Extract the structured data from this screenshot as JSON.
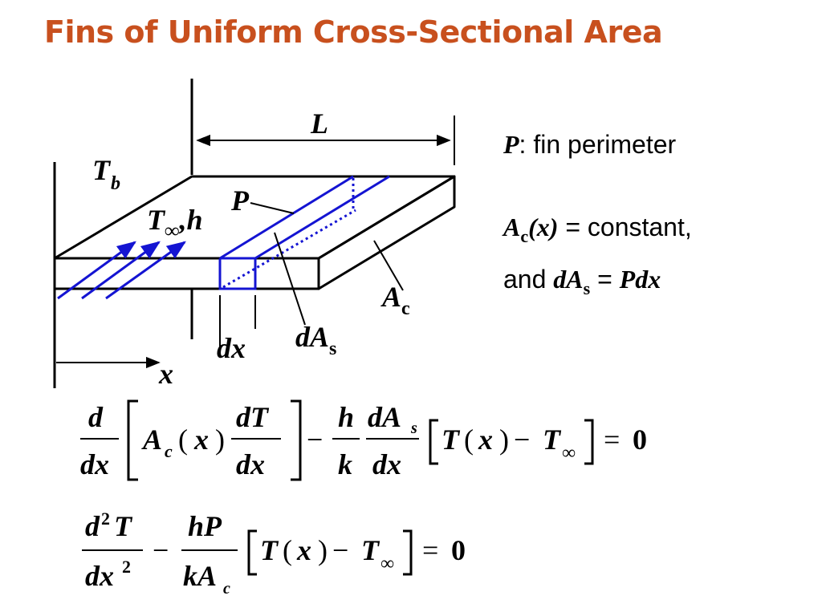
{
  "title": "Fins of Uniform Cross-Sectional Area",
  "colors": {
    "title": "#c8501e",
    "accent": "#1414d2",
    "ink": "#000000"
  },
  "diagram": {
    "L": "L",
    "T": "T",
    "b": "b",
    "P": "P",
    "inf": "∞",
    "comma_h": ",h",
    "A": "A",
    "c": "c",
    "dx": "dx",
    "dA": "dA",
    "s": "s",
    "x": "x"
  },
  "notes": {
    "p_sym": "P",
    "p_text": ": fin perimeter",
    "ac_A": "A",
    "ac_c": "c",
    "ac_x": "(x)",
    "ac_text": " = constant,",
    "and_text": "and ",
    "das_d": "dA",
    "das_s": "s",
    "eq_text": " = ",
    "pdx": "Pdx"
  },
  "eq1": {
    "d": "d",
    "dx": "dx",
    "A": "A",
    "c": "c",
    "x": "x",
    "dT": "dT",
    "minus": "−",
    "h": "h",
    "k": "k",
    "dA": "dA",
    "s": "s",
    "T": "T",
    "inf": "∞",
    "eq": "=",
    "zero": "0"
  },
  "eq2": {
    "d": "d",
    "sq": "2",
    "T": "T",
    "dx": "dx",
    "minus": "−",
    "hP": "hP",
    "kA": "kA",
    "c": "c",
    "x": "x",
    "inf": "∞",
    "eq": "=",
    "zero": "0"
  }
}
